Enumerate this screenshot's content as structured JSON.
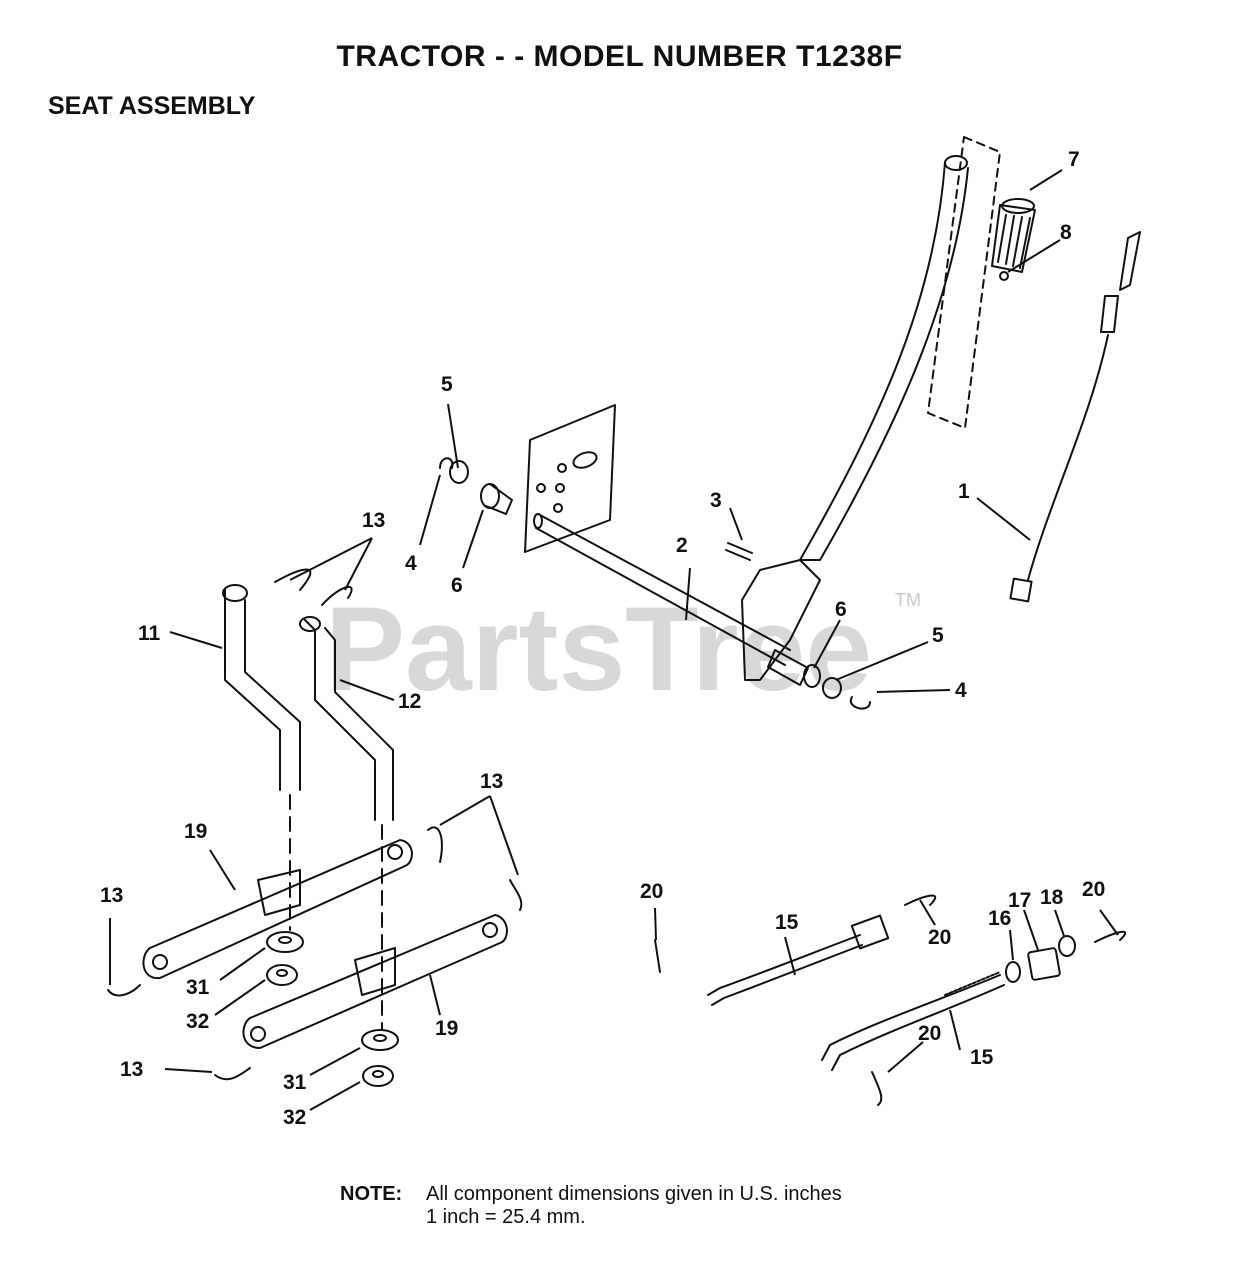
{
  "header": {
    "title": "TRACTOR - - MODEL NUMBER T1238F",
    "subtitle": "SEAT ASSEMBLY"
  },
  "watermark": {
    "text": "PartsTree",
    "tm": "TM"
  },
  "callouts": {
    "c1": "1",
    "c2": "2",
    "c3": "3",
    "c4a": "4",
    "c4b": "4",
    "c5a": "5",
    "c5b": "5",
    "c6a": "6",
    "c6b": "6",
    "c7": "7",
    "c8": "8",
    "c11": "11",
    "c12": "12",
    "c13a": "13",
    "c13b": "13",
    "c13c": "13",
    "c13d": "13",
    "c15a": "15",
    "c15b": "15",
    "c16": "16",
    "c17": "17",
    "c18": "18",
    "c19a": "19",
    "c19b": "19",
    "c20a": "20",
    "c20b": "20",
    "c20c": "20",
    "c20d": "20",
    "c31a": "31",
    "c31b": "31",
    "c32a": "32",
    "c32b": "32"
  },
  "note": {
    "label": "NOTE:",
    "line1": "All component dimensions given in U.S. inches",
    "line2": "1 inch = 25.4 mm."
  }
}
